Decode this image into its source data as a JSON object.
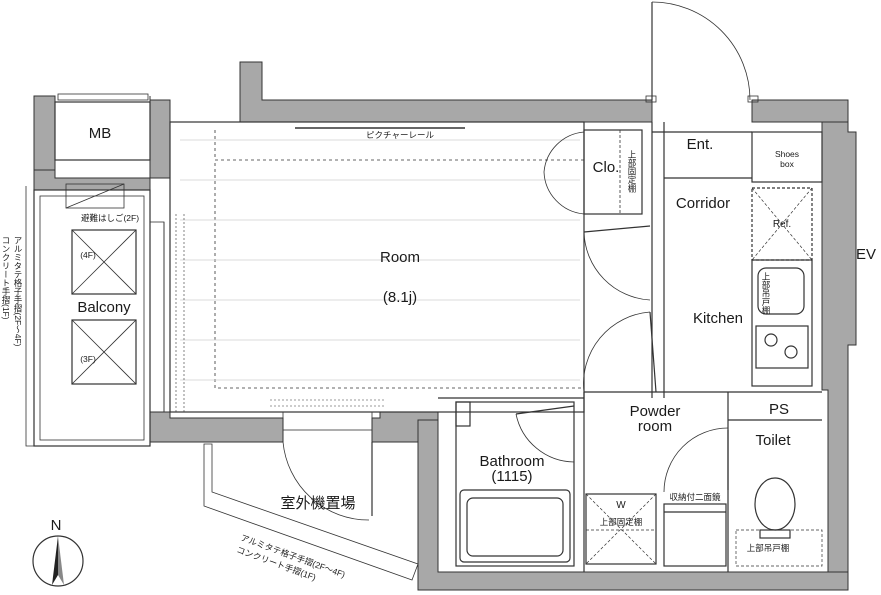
{
  "rooms": {
    "mb": "MB",
    "room": "Room",
    "room_size": "(8.1j)",
    "picture_rail": "ピクチャーレール",
    "closet": "Clo.",
    "closet_shelf": "上部固定棚",
    "entrance": "Ent.",
    "shoes_box_line1": "Shoes",
    "shoes_box_line2": "box",
    "corridor": "Corridor",
    "refrigerator": "Ref.",
    "kitchen": "Kitchen",
    "kitchen_hanging_cabinet": "上部吊戸棚",
    "ev": "EV",
    "balcony": "Balcony",
    "balcony_ladder": "避難はしご(2F)",
    "balcony_4f": "(4F)",
    "balcony_3f": "(3F)",
    "balcony_rail_note_1": "アルミタテ格子手摺(2F〜4F)",
    "balcony_rail_note_2": "コンクリート手摺(1F)",
    "powder_room_line1": "Powder",
    "powder_room_line2": "room",
    "ps": "PS",
    "toilet": "Toilet",
    "toilet_hanging_cabinet": "上部吊戸棚",
    "bathroom": "Bathroom",
    "bathroom_size": "(1115)",
    "washer_w": "W",
    "washer_shelf": "上部固定棚",
    "storage_lock": "収納付二面鏡",
    "outdoor_unit_area": "室外機置場",
    "outdoor_rail_note_1": "アルミタテ格子手摺(2F〜4F)",
    "outdoor_rail_note_2": "コンクリート手摺(1F)",
    "north": "N"
  }
}
